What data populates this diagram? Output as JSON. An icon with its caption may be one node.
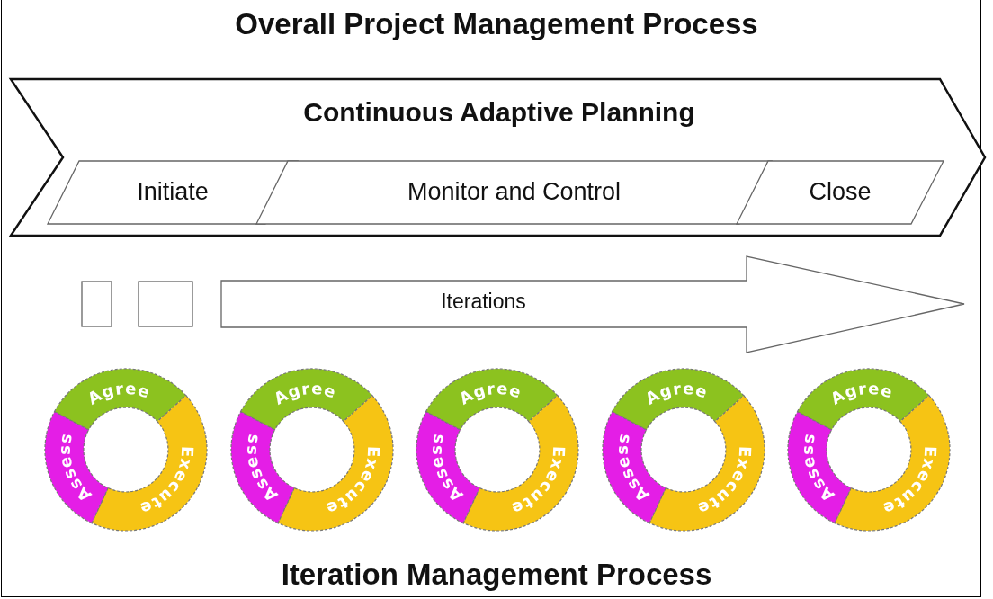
{
  "diagram": {
    "title": "Overall Project Management Process",
    "caption": "Iteration Management Process",
    "nodes": [
      {
        "text": [
          "Continuous Adaptive Planning"
        ]
      },
      {
        "text": [
          "Initiate"
        ],
        "in": 0
      },
      {
        "text": [
          "Monitor and Control"
        ],
        "in": 0
      },
      {
        "text": [
          "Close"
        ],
        "in": 0
      },
      {
        "text": [],
        "shape": "box"
      },
      {
        "text": [],
        "shape": "box"
      },
      {
        "text": [
          "Iterations"
        ]
      },
      {
        "text": [
          "Agree"
        ]
      },
      {
        "text": [
          "Execute"
        ]
      },
      {
        "text": [
          "Assess"
        ]
      },
      {
        "text": [
          "Agree"
        ]
      },
      {
        "text": [
          "Execute"
        ]
      },
      {
        "text": [
          "Assess"
        ]
      },
      {
        "text": [
          "Agree"
        ]
      },
      {
        "text": [
          "Execute"
        ]
      },
      {
        "text": [
          "Assess"
        ]
      },
      {
        "text": [
          "Agree"
        ]
      },
      {
        "text": [
          "Execute"
        ]
      },
      {
        "text": [
          "Assess"
        ]
      },
      {
        "text": [
          "Agree"
        ]
      },
      {
        "text": [
          "Execute"
        ]
      },
      {
        "text": [
          "Assess"
        ]
      }
    ]
  }
}
